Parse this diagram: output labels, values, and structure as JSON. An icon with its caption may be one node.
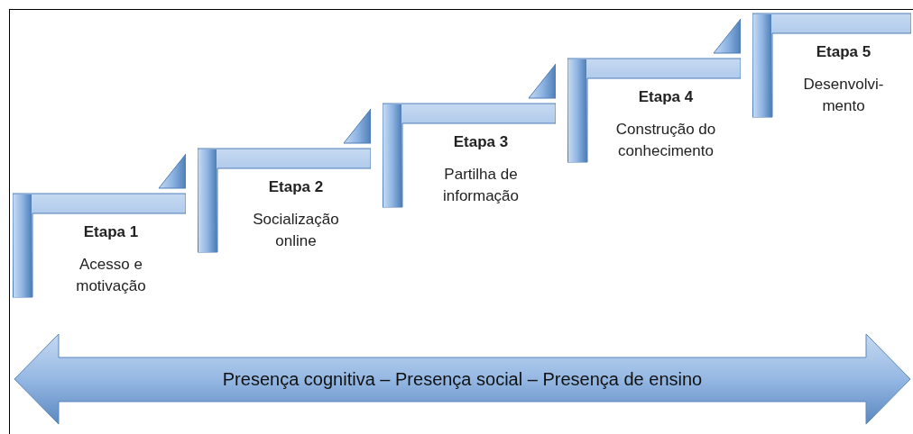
{
  "diagram": {
    "nodes": [
      {
        "text": [
          "Etapa 1",
          "Acesso e motivação"
        ]
      },
      {
        "text": [
          "Etapa 2",
          "Socialização online"
        ]
      },
      {
        "text": [
          "Etapa 3",
          "Partilha de informação"
        ]
      },
      {
        "text": [
          "Etapa 4",
          "Construção do conhecimento"
        ]
      },
      {
        "text": [
          "Etapa 5",
          "Desenvolvi- mento"
        ]
      },
      {
        "text": [
          "Presença cognitiva – Presença social – Presença de ensino"
        ]
      }
    ]
  }
}
